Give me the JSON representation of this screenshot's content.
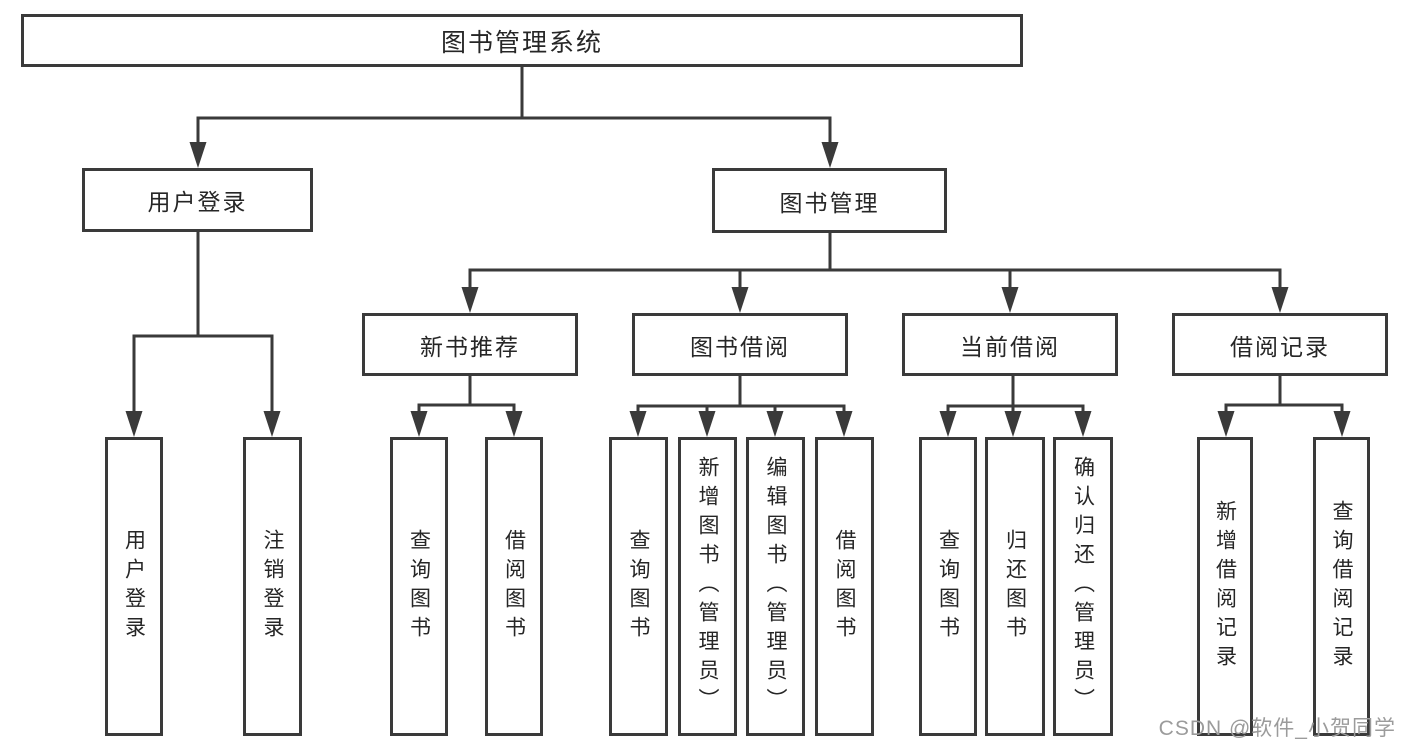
{
  "diagram": {
    "type": "tree",
    "nodes": {
      "root": "图书管理系统",
      "user_login": "用户登录",
      "book_mgmt": "图书管理",
      "new_book_rec": "新书推荐",
      "book_borrow": "图书借阅",
      "current_borrow": "当前借阅",
      "borrow_record": "借阅记录",
      "v_user_login": "用户登录",
      "v_logout": "注销登录",
      "v_query_book_rec": "查询图书",
      "v_borrow_book_rec": "借阅图书",
      "v_query_book_borrow": "查询图书",
      "v_add_book": "新增图书（管理员）",
      "v_edit_book": "编辑图书（管理员）",
      "v_borrow_book": "借阅图书",
      "v_query_book_current": "查询图书",
      "v_return_book": "归还图书",
      "v_confirm_return": "确认归还（管理员）",
      "v_add_borrow_record": "新增借阅记录",
      "v_query_borrow_record": "查询借阅记录"
    },
    "edges": [
      {
        "from": "root",
        "to": "user_login"
      },
      {
        "from": "root",
        "to": "book_mgmt"
      },
      {
        "from": "user_login",
        "to": "v_user_login"
      },
      {
        "from": "user_login",
        "to": "v_logout"
      },
      {
        "from": "book_mgmt",
        "to": "new_book_rec"
      },
      {
        "from": "book_mgmt",
        "to": "book_borrow"
      },
      {
        "from": "book_mgmt",
        "to": "current_borrow"
      },
      {
        "from": "book_mgmt",
        "to": "borrow_record"
      },
      {
        "from": "new_book_rec",
        "to": "v_query_book_rec"
      },
      {
        "from": "new_book_rec",
        "to": "v_borrow_book_rec"
      },
      {
        "from": "book_borrow",
        "to": "v_query_book_borrow"
      },
      {
        "from": "book_borrow",
        "to": "v_add_book"
      },
      {
        "from": "book_borrow",
        "to": "v_edit_book"
      },
      {
        "from": "book_borrow",
        "to": "v_borrow_book"
      },
      {
        "from": "current_borrow",
        "to": "v_query_book_current"
      },
      {
        "from": "current_borrow",
        "to": "v_return_book"
      },
      {
        "from": "current_borrow",
        "to": "v_confirm_return"
      },
      {
        "from": "borrow_record",
        "to": "v_add_borrow_record"
      },
      {
        "from": "borrow_record",
        "to": "v_query_borrow_record"
      }
    ],
    "colors": {
      "line": "#3a3a3a",
      "border": "#3a3a3a",
      "text": "#262626",
      "box_background": "#ffffff",
      "watermark": "#9b9b9b",
      "background": "#ffffff"
    }
  },
  "watermark": "CSDN @软件_小贺同学"
}
